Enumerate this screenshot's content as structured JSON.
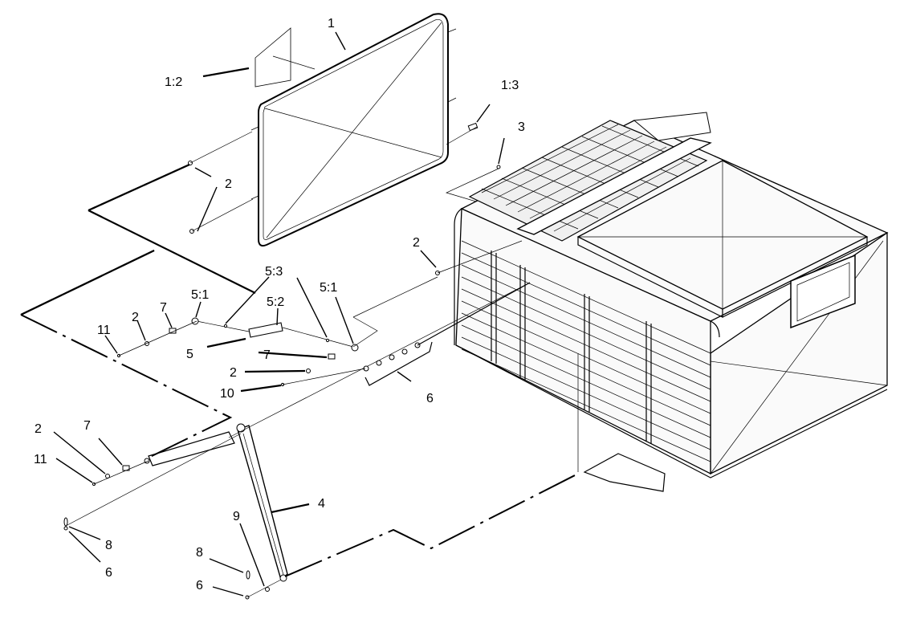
{
  "diagram": {
    "callouts": [
      {
        "id": "c1",
        "text": "1"
      },
      {
        "id": "c12",
        "text": "1:2"
      },
      {
        "id": "c13",
        "text": "1:3"
      },
      {
        "id": "c3",
        "text": "3"
      },
      {
        "id": "c2a",
        "text": "2"
      },
      {
        "id": "c2b",
        "text": "2"
      },
      {
        "id": "c53",
        "text": "5:3"
      },
      {
        "id": "c52",
        "text": "5:2"
      },
      {
        "id": "c51a",
        "text": "5:1"
      },
      {
        "id": "c51b",
        "text": "5:1"
      },
      {
        "id": "c7a",
        "text": "7"
      },
      {
        "id": "c2c",
        "text": "2"
      },
      {
        "id": "c11a",
        "text": "11"
      },
      {
        "id": "c5",
        "text": "5"
      },
      {
        "id": "c7b",
        "text": "7"
      },
      {
        "id": "c2d",
        "text": "2"
      },
      {
        "id": "c10",
        "text": "10"
      },
      {
        "id": "c6a",
        "text": "6"
      },
      {
        "id": "c2e",
        "text": "2"
      },
      {
        "id": "c7c",
        "text": "7"
      },
      {
        "id": "c11b",
        "text": "11"
      },
      {
        "id": "c4",
        "text": "4"
      },
      {
        "id": "c9",
        "text": "9"
      },
      {
        "id": "c8a",
        "text": "8"
      },
      {
        "id": "c6b",
        "text": "6"
      },
      {
        "id": "c8b",
        "text": "8"
      },
      {
        "id": "c6c",
        "text": "6"
      }
    ]
  }
}
